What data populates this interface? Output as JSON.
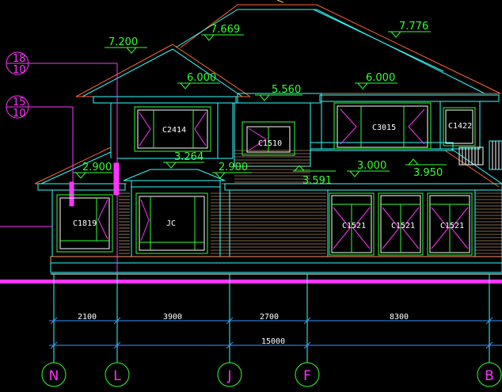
{
  "colors": {
    "background": "#000000",
    "roof": "#ff6633",
    "outline": "#33ffff",
    "window": "#33ff33",
    "magenta": "#ff33ff",
    "siding": "#ffcc99",
    "text": "#ffffff",
    "dimension": "#3399ff"
  },
  "elevations": {
    "e7200": "7.200",
    "e7669": "7.669",
    "e7776": "7.776",
    "e6000a": "6.000",
    "e6000b": "6.000",
    "e5560": "5.560",
    "e3264": "3.264",
    "e2900a": "2.900",
    "e2900b": "2.900",
    "e3000": "3.000",
    "e3591": "3.591",
    "e3950": "3.950"
  },
  "windows": {
    "w_c2414": "C2414",
    "w_c1510": "C1510",
    "w_c3015": "C3015",
    "w_c1422": "C1422",
    "w_c1819": "C1819",
    "w_jc": "JC",
    "w_c1521a": "C1521",
    "w_c1521b": "C1521",
    "w_c1521c": "C1521"
  },
  "dimensions": {
    "d1": "2100",
    "d2": "3900",
    "d3": "2700",
    "d4": "8300",
    "total": "15000"
  },
  "axes": [
    "N",
    "L",
    "J",
    "F",
    "B"
  ],
  "details": {
    "top_a": "18",
    "bot_a": "10",
    "top_b": "15",
    "bot_b": "10"
  }
}
